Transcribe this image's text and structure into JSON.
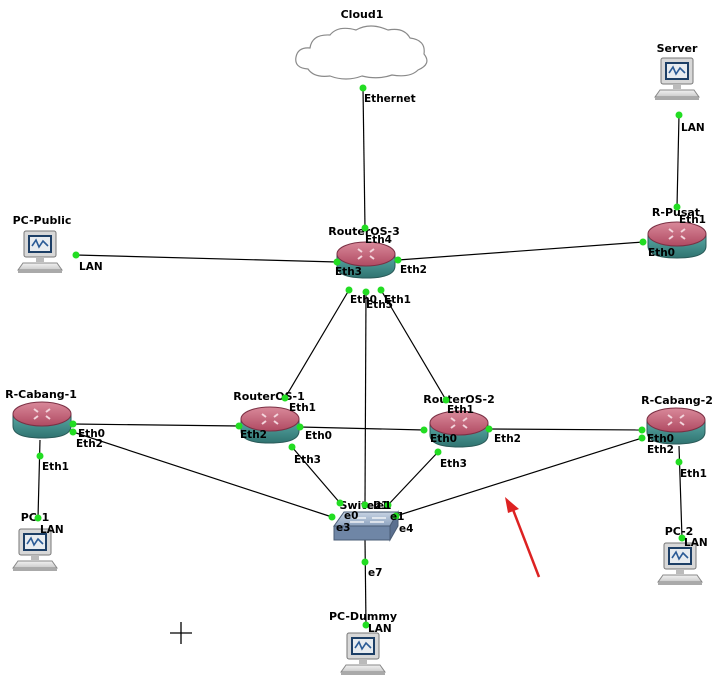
{
  "nodes": {
    "cloud1": {
      "name": "Cloud1",
      "type": "cloud"
    },
    "server": {
      "name": "Server",
      "type": "pc"
    },
    "pc_public": {
      "name": "PC-Public",
      "type": "pc"
    },
    "routeros_3": {
      "name": "RouterOS-3",
      "type": "router"
    },
    "r_pusat": {
      "name": "R-Pusat",
      "type": "router"
    },
    "r_cabang_1": {
      "name": "R-Cabang-1",
      "type": "router"
    },
    "routeros_1": {
      "name": "RouterOS-1",
      "type": "router"
    },
    "routeros_2": {
      "name": "RouterOS-2",
      "type": "router"
    },
    "r_cabang_2": {
      "name": "R-Cabang-2",
      "type": "router"
    },
    "switch1": {
      "name": "Switch1",
      "type": "switch"
    },
    "pc_1": {
      "name": "PC-1",
      "type": "pc"
    },
    "pc_2": {
      "name": "PC-2",
      "type": "pc"
    },
    "pc_dummy": {
      "name": "PC-Dummy",
      "type": "pc"
    }
  },
  "ports": {
    "cloud_ethernet": "Ethernet",
    "ros3_eth4": "Eth4",
    "ros3_eth3": "Eth3",
    "ros3_eth2": "Eth2",
    "ros3_eth0": "Eth0",
    "ros3_eth5": "Eth5",
    "ros3_eth1": "Eth1",
    "server_lan": "LAN",
    "pusat_eth1": "Eth1",
    "pusat_eth0": "Eth0",
    "pcpublic_lan": "LAN",
    "cab1_eth0": "Eth0",
    "cab1_eth2": "Eth2",
    "cab1_eth1": "Eth1",
    "ros1_eth1": "Eth1",
    "ros1_eth2": "Eth2",
    "ros1_eth0": "Eth0",
    "ros1_eth3": "Eth3",
    "ros2_eth1": "Eth1",
    "ros2_eth0": "Eth0",
    "ros2_eth2": "Eth2",
    "ros2_eth3": "Eth3",
    "cab2_eth0": "Eth0",
    "cab2_eth2": "Eth2",
    "cab2_eth1": "Eth1",
    "sw_e2": "e2",
    "sw_e1top": "e1",
    "sw_e0": "e0",
    "sw_e3": "e3",
    "sw_e1": "e1",
    "sw_e4": "e4",
    "sw_e7": "e7",
    "pc1_lan": "LAN",
    "pc2_lan": "LAN",
    "pcdummy_lan": "LAN"
  },
  "links": [
    "Cloud1 Ethernet — RouterOS-3 Eth4",
    "Server LAN — R-Pusat Eth1",
    "PC-Public LAN — RouterOS-3 Eth3",
    "RouterOS-3 Eth2 — R-Pusat Eth0",
    "RouterOS-3 Eth0 — RouterOS-1 Eth1",
    "RouterOS-3 Eth5 — Switch1 e2",
    "RouterOS-3 Eth1 — RouterOS-2 Eth1",
    "R-Cabang-1 Eth0 — RouterOS-1 Eth2",
    "R-Cabang-1 Eth2 — Switch1 e3",
    "R-Cabang-1 Eth1 — PC-1 LAN",
    "RouterOS-1 Eth0 — RouterOS-2 Eth0",
    "RouterOS-1 Eth3 — Switch1 e0",
    "RouterOS-2 Eth2 — R-Cabang-2 Eth0",
    "RouterOS-2 Eth3 — Switch1 e1",
    "R-Cabang-2 Eth2 — Switch1 e4",
    "R-Cabang-2 Eth1 — PC-2 LAN",
    "Switch1 e7 — PC-Dummy LAN"
  ],
  "annotation": {
    "arrow_color": "#dd2222",
    "cursor": "crosshair"
  },
  "colors": {
    "router_top": "#c05870",
    "router_body": "#4a9a98",
    "port": "#22dd22",
    "link": "#000000"
  }
}
